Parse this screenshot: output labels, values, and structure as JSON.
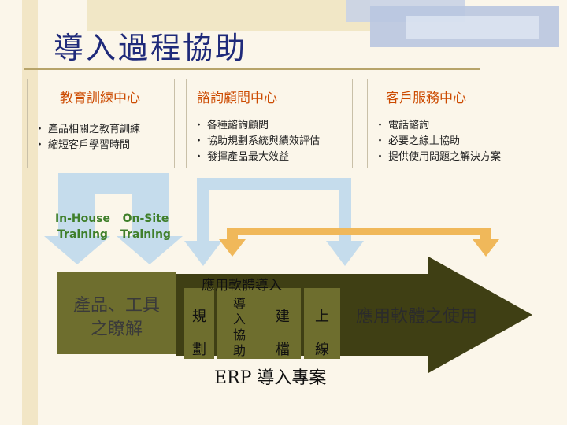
{
  "title": "導入過程協助",
  "columns": [
    {
      "title": "教育訓練中心",
      "items": [
        "產品相關之教育訓練",
        "縮短客戶學習時間"
      ]
    },
    {
      "title": "諮詢顧問中心",
      "items": [
        "各種諮詢顧問",
        "協助規劃系統與績效評估",
        "發揮產品最大效益"
      ]
    },
    {
      "title": "客戶服務中心",
      "items": [
        "電話諮詢",
        "必要之線上協助",
        "提供使用問題之解決方案"
      ]
    }
  ],
  "training": {
    "inhouse": [
      "In-House",
      "Training"
    ],
    "onsite": [
      "On-Site",
      "Training"
    ]
  },
  "product_box": [
    "產品、工具",
    "之瞭解"
  ],
  "arrow_title": "應用軟體導入",
  "stages": {
    "plan": [
      "規",
      "劃"
    ],
    "assist": [
      "導",
      "入",
      "協",
      "助"
    ],
    "build": [
      "建",
      "檔"
    ],
    "online": [
      "上",
      "線"
    ]
  },
  "usage_label": "應用軟體之使用",
  "erp_label": "ERP 導入專案",
  "colors": {
    "title": "#1f2a7a",
    "header": "#cc4a00",
    "blue_flow": "#c5dcec",
    "orange_flow": "#f0b85a",
    "arrow": "#3f3f14",
    "box": "#6e6e2e"
  }
}
